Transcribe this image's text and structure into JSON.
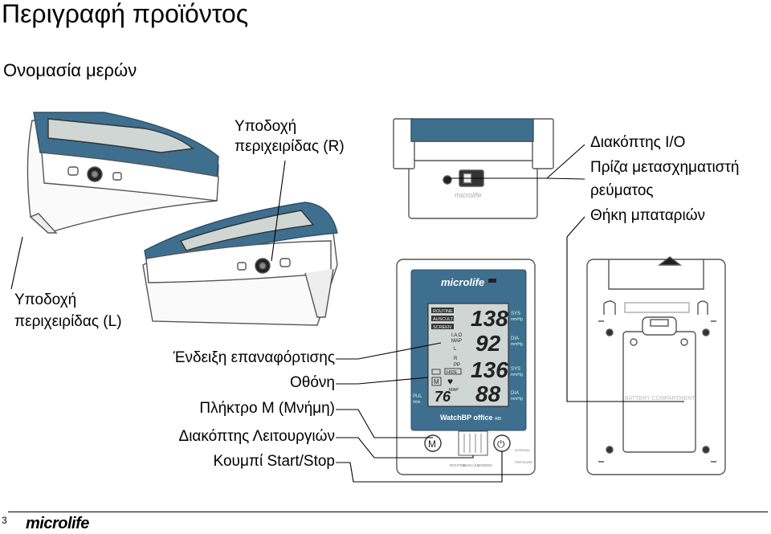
{
  "title": "Περιγραφή προϊόντος",
  "subtitle": "Ονομασία μερών",
  "labels": {
    "cuff_socket_r": [
      "Υποδοχή",
      "περιχειρίδας (R)"
    ],
    "switch_io": "Διακόπτης I/O",
    "power_socket": [
      "Πρίζα μετασχηματιστή",
      "ρεύματος"
    ],
    "battery_box": "Θήκη μπαταριών",
    "cuff_socket_l": [
      "Υποδοχή",
      "περιχειρίδας (L)"
    ],
    "recharge": "Ένδειξη επαναφόρτισης",
    "screen": "Οθόνη",
    "m_button": "Πλήκτρο M (Μνήμη)",
    "mode_switch": "Διακόπτης Λειτουργιών",
    "start_stop": "Κουμπί Start/Stop"
  },
  "device": {
    "brand": "microlife",
    "model": "WatchBP office",
    "model_suffix": "ABI",
    "modes": [
      "ROUTINE",
      "AUSCULT.",
      "SCREEN"
    ],
    "sys1": "138",
    "dia1": "92",
    "sys2": "136",
    "dia2": "88",
    "pulse": "76",
    "unit_sys": "SYS",
    "unit_dia": "DIA",
    "unit_mmhg": "mmHg",
    "pul": "PUL",
    "per_min": "/min",
    "iad": "I.A.D",
    "map": "MAP",
    "pp": "PP",
    "hide": "HIDE",
    "m": "M",
    "l": "L",
    "r": "R",
    "battery_compartment": "BATTERY COMPARTMENT",
    "switch_labels": [
      "ROUTINE",
      "AUSCULT.",
      "SCREEN"
    ],
    "interval": "INTERVAL",
    "pressure": "PRESSURE"
  },
  "footer": {
    "page": "3",
    "brand": "microlife"
  },
  "colors": {
    "device_blue": "#3f6f8f",
    "lcd_bg": "#cfd6d4",
    "outline": "#555555"
  }
}
